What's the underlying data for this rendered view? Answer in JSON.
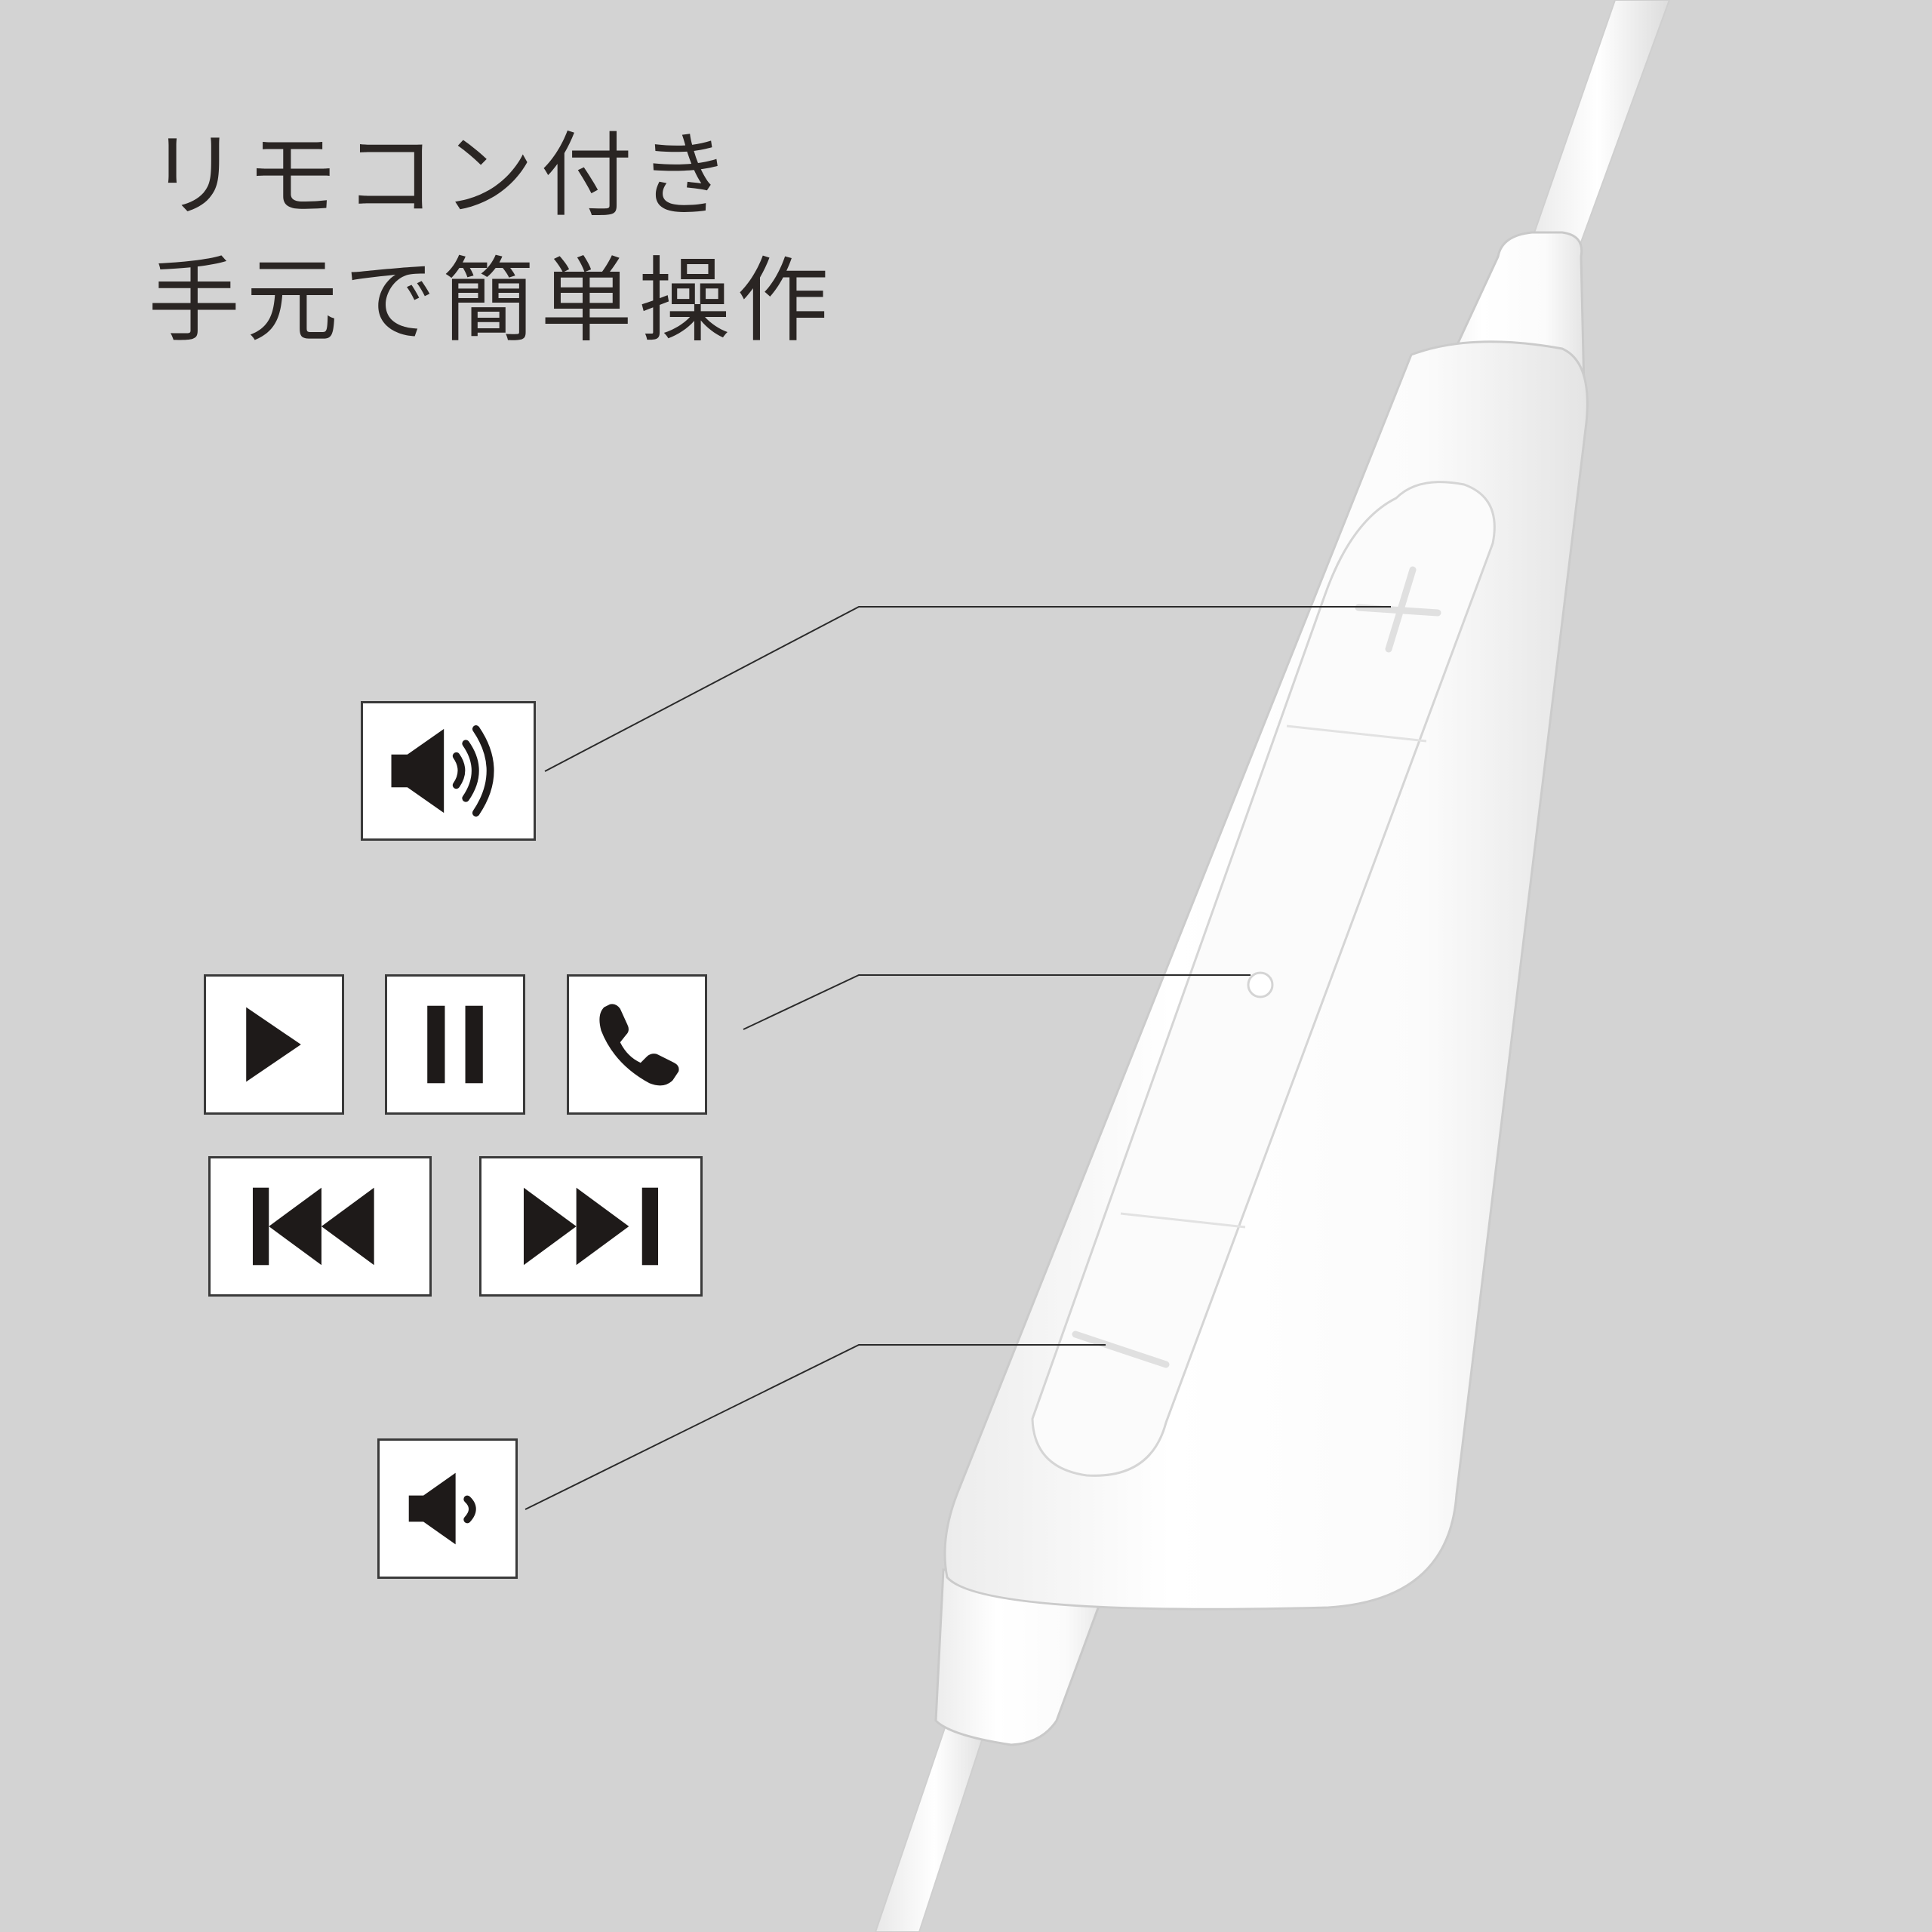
{
  "heading": {
    "line1": "リモコン付き",
    "line2": "手元で簡単操作"
  },
  "remote": {
    "buttons": [
      {
        "name": "volume-up",
        "glyph": "+",
        "icons": [
          "volume-up-icon"
        ]
      },
      {
        "name": "center",
        "icons": [
          "play-icon",
          "pause-icon",
          "phone-icon",
          "previous-track-icon",
          "next-track-icon"
        ]
      },
      {
        "name": "volume-down",
        "glyph": "−",
        "icons": [
          "volume-down-icon"
        ]
      }
    ]
  },
  "colors": {
    "background": "#d3d3d3",
    "remote_body": "#ffffff",
    "icon_fill": "#1e1a19",
    "icon_box_border": "#3a3a3a",
    "leader_line": "#2a2a2a",
    "headline": "#2a2523"
  }
}
